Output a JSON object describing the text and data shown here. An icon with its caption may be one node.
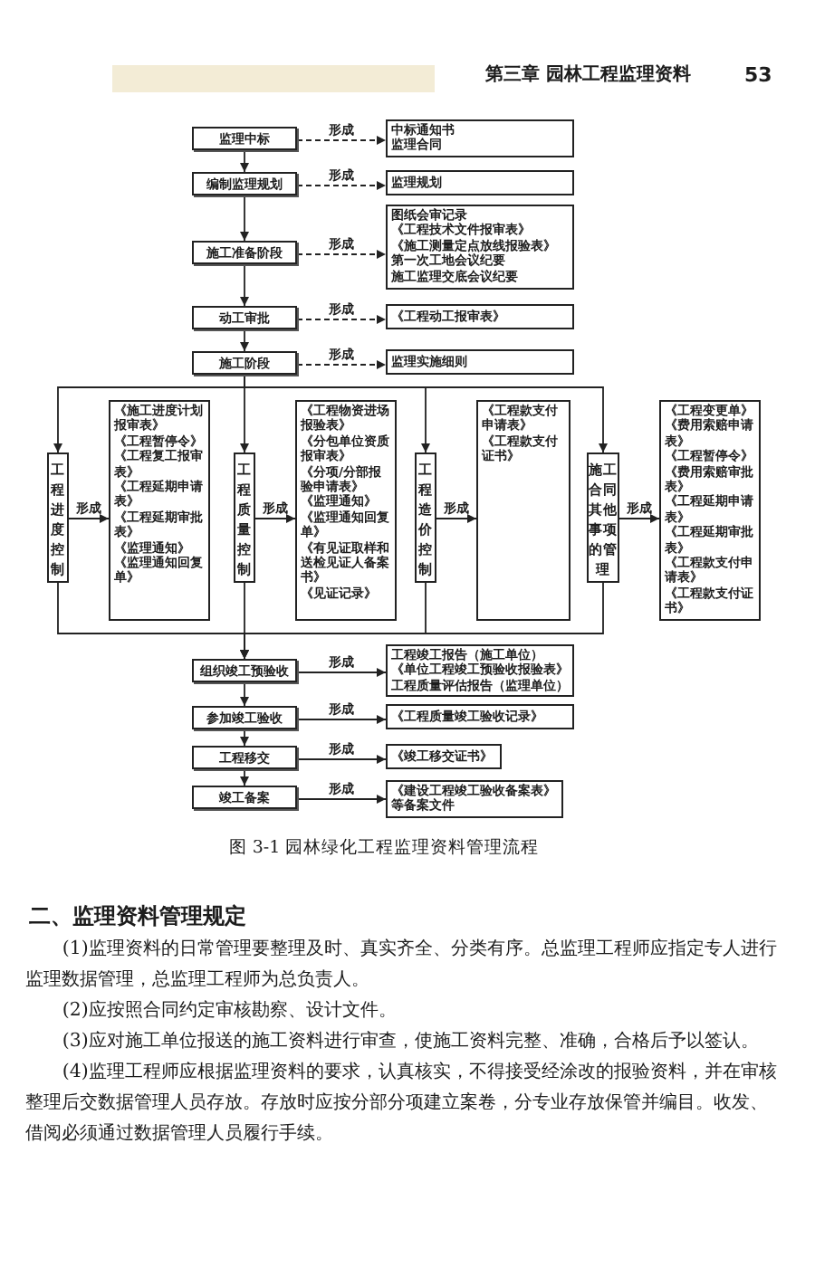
{
  "diagram": {
    "caption": "图 3-1 园林绿化工程监理资料管理流程",
    "nodes": [
      {
        "text": [
          "监理中标"
        ]
      },
      {
        "text": [
          "中标通知书",
          "监理合同"
        ]
      },
      {
        "text": [
          "编制监理规划"
        ]
      },
      {
        "text": [
          "监理规划"
        ]
      },
      {
        "text": [
          "施工准备阶段"
        ]
      },
      {
        "text": [
          "图纸会审记录",
          "《工程技术文件报审表》",
          "《施工测量定点放线报验表》",
          "第一次工地会议纪要",
          "施工监理交底会议纪要"
        ]
      },
      {
        "text": [
          "动工审批"
        ]
      },
      {
        "text": [
          "《工程动工报审表》"
        ]
      },
      {
        "text": [
          "施工阶段"
        ]
      },
      {
        "text": [
          "监理实施细则"
        ]
      },
      {
        "text": [
          "工程进度控制"
        ]
      },
      {
        "text": [
          "《施工进度计划报审表》",
          "《工程暂停令》",
          "《工程复工报审表》",
          "《工程延期申请表》",
          "《工程延期审批表》",
          "《监理通知》",
          "《监理通知回复单》"
        ]
      },
      {
        "text": [
          "工程质量控制"
        ]
      },
      {
        "text": [
          "《工程物资进场报验表》",
          "《分包单位资质报审表》",
          "《分项/分部报验申请表》",
          "《监理通知》",
          "《监理通知回复单》",
          "《有见证取样和送检见证人备案书》",
          "《见证记录》"
        ]
      },
      {
        "text": [
          "工程造价控制"
        ]
      },
      {
        "text": [
          "《工程款支付申请表》",
          "《工程款支付证书》"
        ]
      },
      {
        "text": [
          "施工合同其他事项的管理"
        ]
      },
      {
        "text": [
          "《工程变更单》",
          "《费用索赔申请表》",
          "《工程暂停令》",
          "《费用索赔审批表》",
          "《工程延期申请表》",
          "《工程延期审批表》",
          "《工程款支付申请表》",
          "《工程款支付证书》"
        ]
      },
      {
        "text": [
          "组织竣工预验收"
        ]
      },
      {
        "text": [
          "工程竣工报告（施工单位）",
          "《单位工程竣工预验收报验表》",
          "工程质量评估报告（监理单位）"
        ]
      },
      {
        "text": [
          "参加竣工验收"
        ]
      },
      {
        "text": [
          "《工程质量竣工验收记录》"
        ]
      },
      {
        "text": [
          "工程移交"
        ]
      },
      {
        "text": [
          "《竣工移交证书》"
        ]
      },
      {
        "text": [
          "竣工备案"
        ]
      },
      {
        "text": [
          "《建设工程竣工验收备案表》等备案文件"
        ]
      }
    ],
    "edges": [
      {
        "from": 0,
        "to": 1,
        "arrow": "to",
        "label": "形成",
        "style": "dashed"
      },
      {
        "from": 0,
        "to": 2,
        "arrow": "to"
      },
      {
        "from": 2,
        "to": 3,
        "arrow": "to",
        "label": "形成",
        "style": "dashed"
      },
      {
        "from": 2,
        "to": 4,
        "arrow": "to"
      },
      {
        "from": 4,
        "to": 5,
        "arrow": "to",
        "label": "形成",
        "style": "dashed"
      },
      {
        "from": 4,
        "to": 6,
        "arrow": "to"
      },
      {
        "from": 6,
        "to": 7,
        "arrow": "to",
        "label": "形成",
        "style": "dashed"
      },
      {
        "from": 6,
        "to": 8,
        "arrow": "to"
      },
      {
        "from": 8,
        "to": 9,
        "arrow": "to",
        "label": "形成",
        "style": "dashed"
      },
      {
        "from": 8,
        "to": 10,
        "arrow": "to"
      },
      {
        "from": 8,
        "to": 12,
        "arrow": "to"
      },
      {
        "from": 8,
        "to": 14,
        "arrow": "to"
      },
      {
        "from": 8,
        "to": 16,
        "arrow": "to"
      },
      {
        "from": 10,
        "to": 11,
        "arrow": "to",
        "label": "形成"
      },
      {
        "from": 12,
        "to": 13,
        "arrow": "to",
        "label": "形成"
      },
      {
        "from": 14,
        "to": 15,
        "arrow": "to",
        "label": "形成"
      },
      {
        "from": 16,
        "to": 17,
        "arrow": "to",
        "label": "形成"
      },
      {
        "from": 10,
        "to": 18,
        "arrow": "to"
      },
      {
        "from": 12,
        "to": 18,
        "arrow": "to"
      },
      {
        "from": 14,
        "to": 18,
        "arrow": "to"
      },
      {
        "from": 16,
        "to": 18,
        "arrow": "to"
      },
      {
        "from": 18,
        "to": 19,
        "arrow": "to",
        "label": "形成"
      },
      {
        "from": 18,
        "to": 20,
        "arrow": "to"
      },
      {
        "from": 20,
        "to": 21,
        "arrow": "to",
        "label": "形成"
      },
      {
        "from": 20,
        "to": 22,
        "arrow": "to"
      },
      {
        "from": 22,
        "to": 23,
        "arrow": "to",
        "label": "形成"
      },
      {
        "from": 22,
        "to": 24,
        "arrow": "to"
      },
      {
        "from": 24,
        "to": 25,
        "arrow": "to",
        "label": "形成"
      }
    ],
    "labels": [
      "第三章 园林工程监理资料",
      "53",
      "二、监理资料管理规定",
      "(1)监理资料的日常管理要整理及时、真实齐全、分类有序。总监理工程师应指定专人进行监理数据管理，总监理工程师为总负责人。",
      "(2)应按照合同约定审核勘察、设计文件。",
      "(3)应对施工单位报送的施工资料进行审查，使施工资料完整、准确，合格后予以签认。",
      "(4)监理工程师应根据监理资料的要求，认真核实，不得接受经涂改的报验资料，并在审核整理后交数据管理人员存放。存放时应按分部分项建立案卷，分专业存放保管并编目。收发、借阅必须通过数据管理人员履行手续。"
    ]
  }
}
